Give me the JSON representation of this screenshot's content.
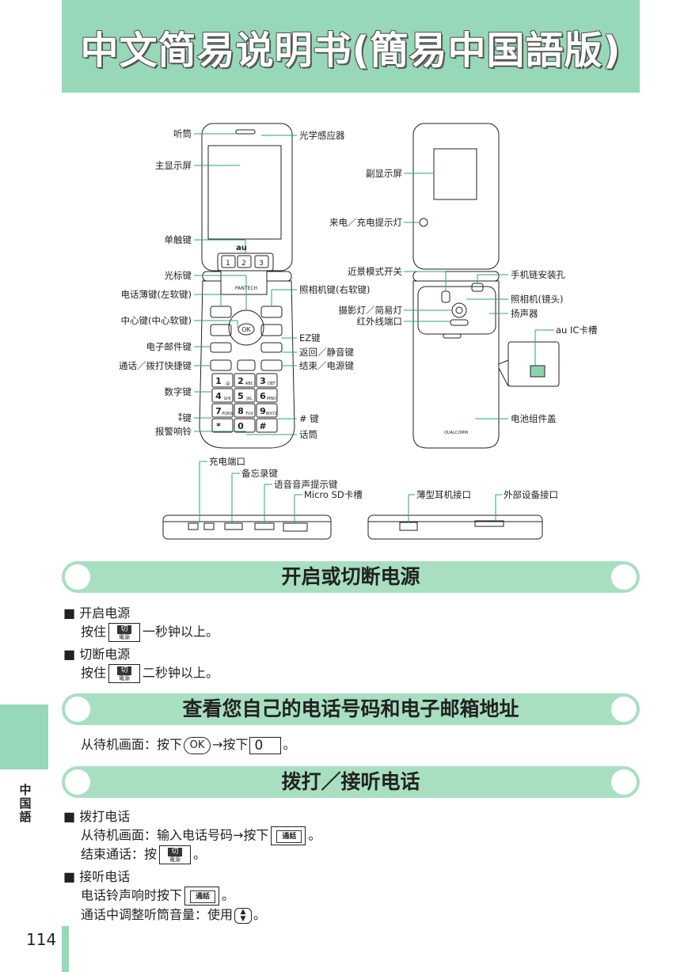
{
  "title": "中文简易说明书(簡易中国語版)",
  "diagram": {
    "left_labels": [
      "听筒",
      "主显示屏",
      "单触键",
      "光标键",
      "电话薄键(左软键)",
      "中心键(中心软键)",
      "电子邮件键",
      "通话／拨打快捷键",
      "数字键",
      "⁑键",
      "报警响铃"
    ],
    "right_labels": [
      "光学感应器",
      "照相机键(右软键)",
      "EZ键",
      "返回／静音键",
      "结束／电源键",
      "# 键",
      "话筒"
    ],
    "back_left_labels": [
      "副显示屏",
      "来电／充电提示灯",
      "近景模式开关",
      "摄影灯／简易灯",
      "红外线端口"
    ],
    "back_right_labels": [
      "手机链安装孔",
      "照相机(镜头)",
      "扬声器",
      "au IC卡槽",
      "电池组件盖"
    ],
    "side_labels": [
      "充电端口",
      "备忘录键",
      "语音音声提示键",
      "Micro SD卡槽",
      "薄型耳机接口",
      "外部设备接口"
    ],
    "phone_brand": "au",
    "phone_maker": "PANTECH",
    "keypad": [
      "1",
      "2",
      "3",
      "4",
      "5",
      "6",
      "7",
      "8",
      "9",
      "*",
      "0",
      "#"
    ],
    "keypad_sub": [
      ".@",
      "ABC",
      "DEF",
      "GHI",
      "JKL",
      "MNO",
      "PQRS",
      "TUV",
      "WXYZ",
      "",
      "",
      ""
    ],
    "top_keys": [
      "1",
      "2",
      "3"
    ],
    "battery_text": "QUALCOMM"
  },
  "sections": {
    "power": {
      "title": "开启或切断电源",
      "item1": "■ 开启电源",
      "item1_pre": "按住",
      "item1_post": "一秒钟以上。",
      "item2": "■ 切断电源",
      "item2_pre": "按住",
      "item2_post": "二秒钟以上。"
    },
    "number": {
      "title": "查看您自己的电话号码和电子邮箱地址",
      "pre": "从待机画面：按下",
      "mid": "→按下",
      "post": "。",
      "ok_key": "OK",
      "zero_key": "0"
    },
    "call": {
      "title": "拨打／接听电话",
      "item1": "■ 拨打电话",
      "line1_pre": "从待机画面：输入电话号码→按下",
      "line1_post": "。",
      "line2_pre": "结束通话：按",
      "line2_post": "。",
      "item2": "■ 接听电话",
      "line3_pre": "电话铃声响时按下",
      "line3_post": "。",
      "line4_pre": "通话中调整听筒音量：使用",
      "line4_post": "。"
    }
  },
  "keys": {
    "end_top": "切",
    "end_bottom": "電源",
    "call": "通話"
  },
  "side_tab": "中国語",
  "page_number": "114",
  "colors": {
    "accent": "#96d8b7",
    "section": "#a8dfc0"
  }
}
